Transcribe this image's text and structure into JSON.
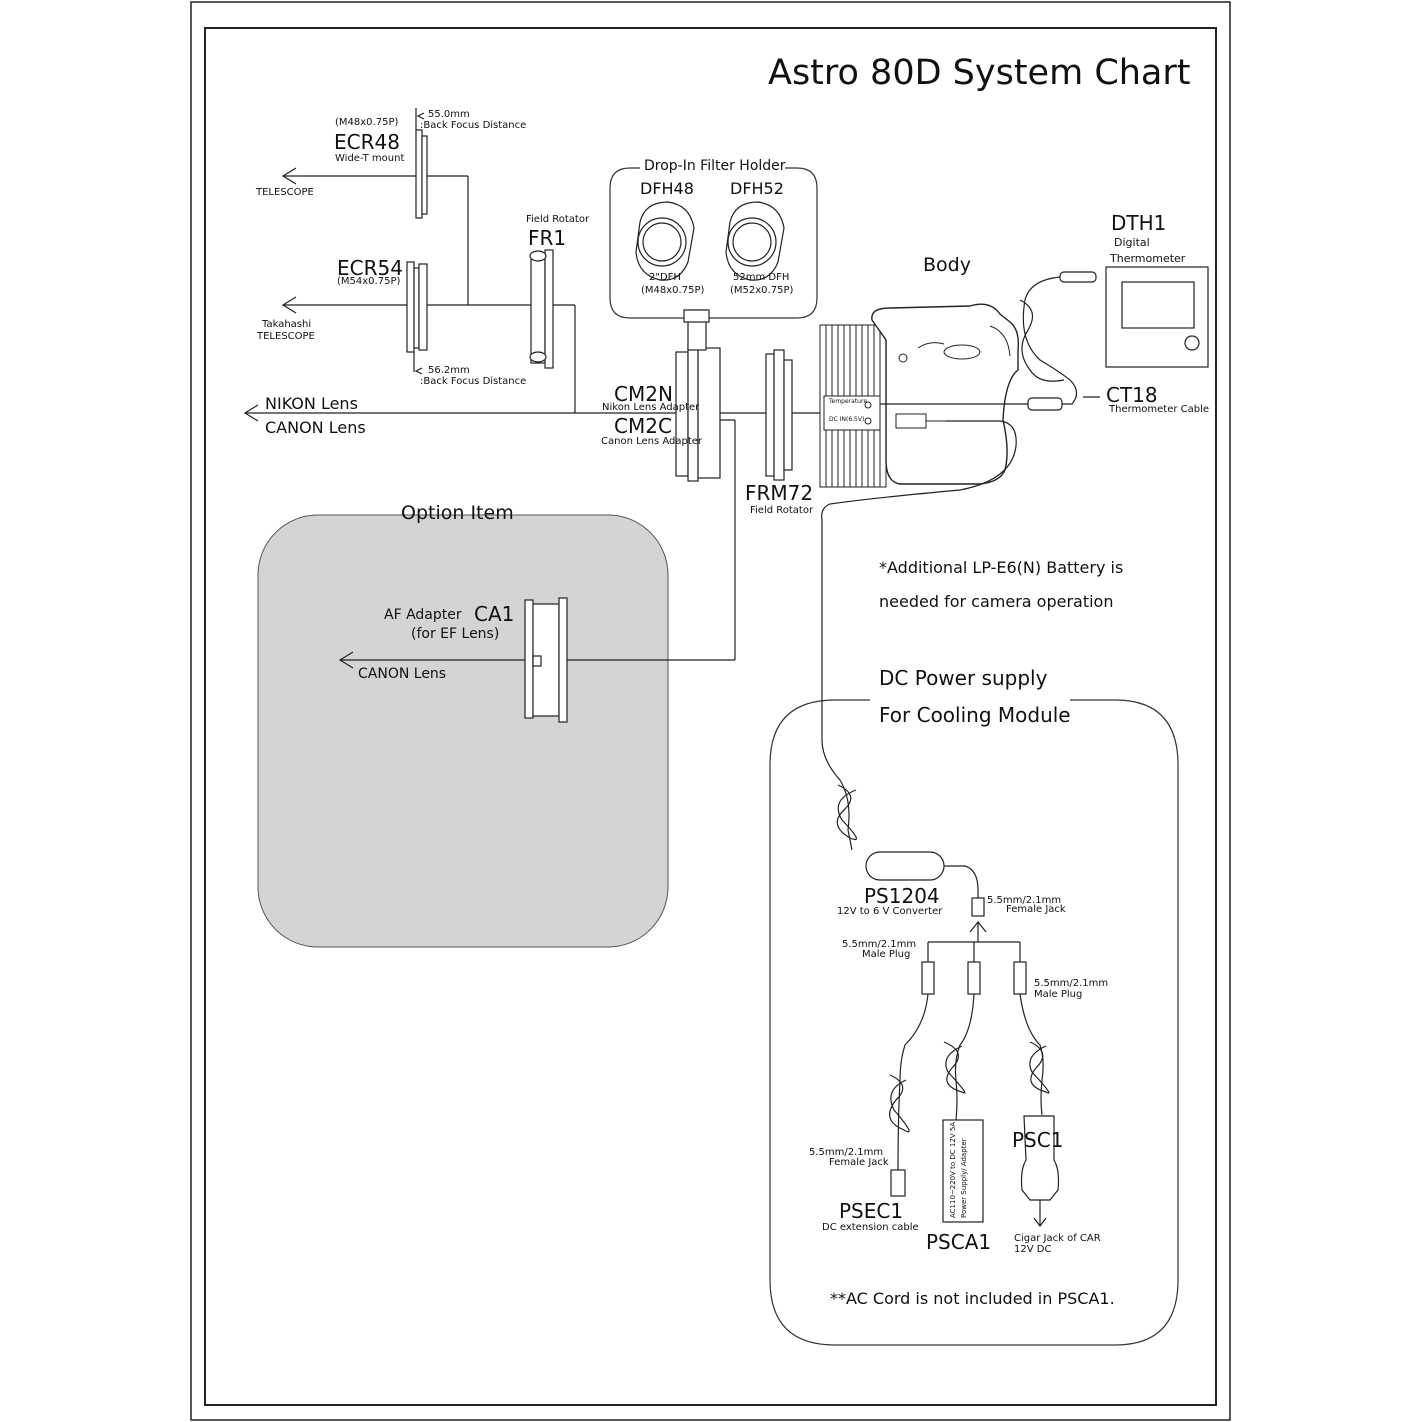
{
  "title": "Astro 80D System Chart",
  "body_label": "Body",
  "telescope": {
    "ecr48": {
      "thread": "(M48x0.75P)",
      "code": "ECR48",
      "sub": "Wide-T mount",
      "bfd": "55.0mm",
      "bfd_label": ":Back Focus Distance",
      "dest": "TELESCOPE"
    },
    "ecr54": {
      "code": "ECR54",
      "thread": "(M54x0.75P)",
      "bfd": "56.2mm",
      "bfd_label": ":Back Focus Distance",
      "dest_line1": "Takahashi",
      "dest_line2": "TELESCOPE"
    }
  },
  "fr1": {
    "caption": "Field Rotator",
    "code": "FR1"
  },
  "filter_holder": {
    "title": "Drop-In Filter Holder",
    "items": [
      {
        "code": "DFH48",
        "size": "2\"DFH",
        "thread": "(M48x0.75P)"
      },
      {
        "code": "DFH52",
        "size": "52mm DFH",
        "thread": "(M52x0.75P)"
      }
    ]
  },
  "lenses": {
    "nikon": "NIKON Lens",
    "canon": "CANON Lens"
  },
  "cm2n": {
    "code": "CM2N",
    "sub": "Nikon Lens Adapter"
  },
  "cm2c": {
    "code": "CM2C",
    "sub": "Canon Lens Adapter"
  },
  "frm72": {
    "code": "FRM72",
    "sub": "Field Rotator"
  },
  "dth1": {
    "code": "DTH1",
    "line1": "Digital",
    "line2": "Thermometer"
  },
  "ct18": {
    "code": "CT18",
    "sub": "Thermometer Cable"
  },
  "cooling_labels": {
    "temp": "Temperature",
    "dc": "DC IN(6.5V)"
  },
  "option": {
    "title": "Option Item",
    "af_label": "AF Adapter",
    "code": "CA1",
    "sub": "(for EF Lens)",
    "lens": "CANON Lens"
  },
  "battery_note": {
    "line1": "*Additional LP-E6(N) Battery is",
    "line2": "needed for camera operation"
  },
  "dc_power": {
    "title_line1": "DC Power supply",
    "title_line2": "For Cooling Module",
    "ps1204": {
      "code": "PS1204",
      "sub": "12V to  6 V Converter"
    },
    "female_jack": {
      "line1": "5.5mm/2.1mm",
      "line2": "Female Jack"
    },
    "male_plug_left": {
      "line1": "5.5mm/2.1mm",
      "line2": "Male Plug"
    },
    "male_plug_right": {
      "line1": "5.5mm/2.1mm",
      "line2": "Male Plug"
    },
    "psec1": {
      "jack_line1": "5.5mm/2.1mm",
      "jack_line2": "Female Jack",
      "code": "PSEC1",
      "sub": "DC extension cable"
    },
    "psca1": {
      "code": "PSCA1",
      "adapter_line1": "AC110~220V to DC 12V 5A",
      "adapter_line2": "Power Supply/ Adapter"
    },
    "psc1": {
      "code": "PSC1",
      "line1": "Cigar Jack of CAR",
      "line2": "12V DC"
    },
    "ac_note": "**AC Cord is not included in PSCA1."
  }
}
